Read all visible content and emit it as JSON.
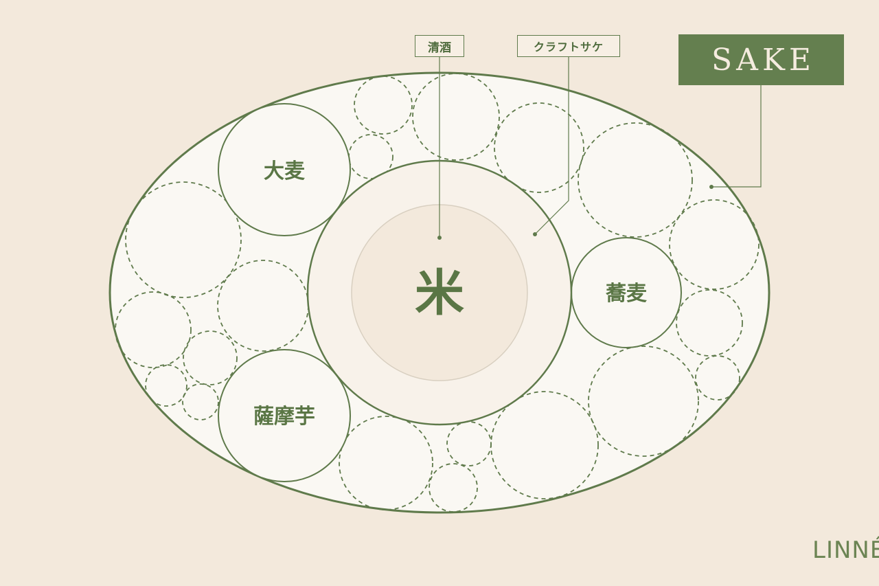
{
  "title": "SAKE",
  "callouts": {
    "seishu": "清酒",
    "craft_sake": "クラフトサケ"
  },
  "ingredients": {
    "rice": "米",
    "barley": "大麦",
    "soba": "蕎麦",
    "sweet_potato": "薩摩芋"
  },
  "brand": "LINNÉ",
  "colors": {
    "background": "#f3e9dc",
    "accent_green": "#647f4f",
    "ellipse_fill": "#faf8f3",
    "inner_ring_fill": "#f8f2ea",
    "rice_core_fill": "#f3e9dc"
  }
}
